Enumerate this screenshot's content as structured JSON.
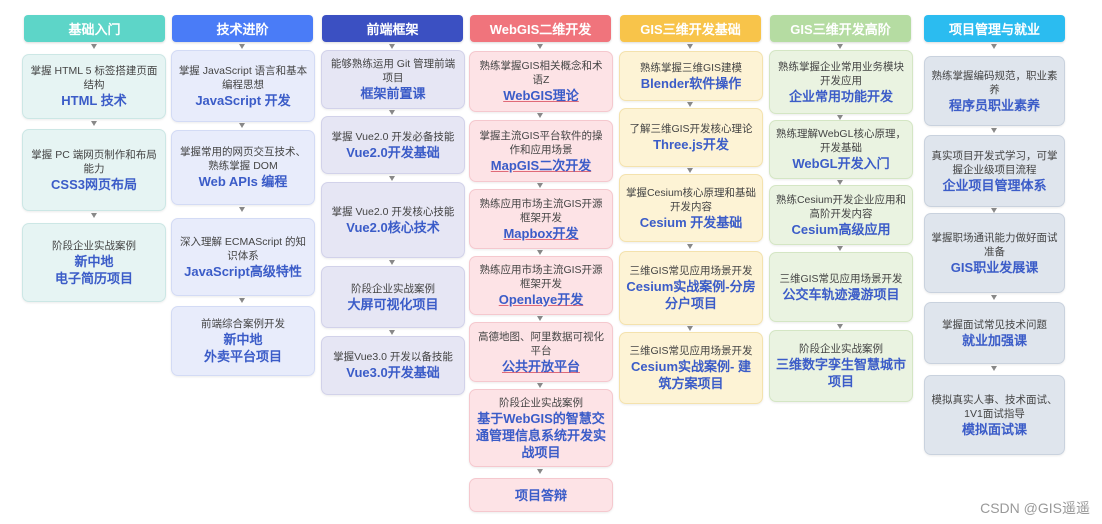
{
  "columns": [
    {
      "header": "基础入门",
      "color": "#5dd5c8",
      "items": [
        {
          "desc": "掌握 HTML 5 标签搭建页面结构",
          "title": "HTML 技术"
        },
        {
          "desc": "掌握 PC 端网页制作和布局能力",
          "title": "CSS3网页布局"
        },
        {
          "desc": "阶段企业实战案例",
          "title": "新中地\n电子简历项目"
        }
      ]
    },
    {
      "header": "技术进阶",
      "color": "#4a7cf7",
      "items": [
        {
          "desc": "掌握 JavaScript 语言和基本编程思想",
          "title": "JavaScript 开发"
        },
        {
          "desc": "掌握常用的网页交互技术、熟练掌握 DOM",
          "title": "Web APIs 编程"
        },
        {
          "desc": "深入理解 ECMAScript 的知识体系",
          "title": "JavaScript高级特性"
        },
        {
          "desc": "前端综合案例开发",
          "title": "新中地\n外卖平台项目"
        }
      ]
    },
    {
      "header": "前端框架",
      "color": "#3b50c2",
      "items": [
        {
          "desc": "能够熟练运用 Git 管理前端项目",
          "title": "框架前置课"
        },
        {
          "desc": "掌握 Vue2.0 开发必备技能",
          "title": "Vue2.0开发基础"
        },
        {
          "desc": "掌握 Vue2.0 开发核心技能",
          "title": "Vue2.0核心技术"
        },
        {
          "desc": "阶段企业实战案例",
          "title": "大屏可视化项目"
        },
        {
          "desc": "掌握Vue3.0 开发以备技能",
          "title": "Vue3.0开发基础"
        }
      ]
    },
    {
      "header": "WebGIS二维开发",
      "color": "#f0747c",
      "items": [
        {
          "desc": "熟练掌握GIS相关概念和术语Z",
          "title": "WebGIS理论"
        },
        {
          "desc": "掌握主流GIS平台软件的操作和应用场景",
          "title": "MapGIS二次开发"
        },
        {
          "desc": "熟练应用市场主流GIS开源框架开发",
          "title": "Mapbox开发"
        },
        {
          "desc": "熟练应用市场主流GIS开源框架开发",
          "title": "Openlaye开发"
        },
        {
          "desc": "高德地图、阿里数据可视化平台",
          "title": "公共开放平台"
        },
        {
          "desc": "阶段企业实战案例",
          "title": "基于WebGIS的智慧交通管理信息系统开发实战项目"
        },
        {
          "desc": "",
          "title": "项目答辩"
        }
      ]
    },
    {
      "header": "GIS三维开发基础",
      "color": "#f8c44a",
      "items": [
        {
          "desc": "熟练掌握三维GIS建模",
          "title": "Blender软件操作"
        },
        {
          "desc": "了解三维GIS开发核心理论",
          "title": "Three.js开发"
        },
        {
          "desc": "掌握Cesium核心原理和基础开发内容",
          "title": "Cesium 开发基础"
        },
        {
          "desc": "三维GIS常见应用场景开发",
          "title": "Cesium实战案例-分房分户项目"
        },
        {
          "desc": "三维GIS常见应用场景开发",
          "title": "Cesium实战案例- 建筑方案项目"
        }
      ]
    },
    {
      "header": "GIS三维开发高阶",
      "color": "#b5dca2",
      "items": [
        {
          "desc": "熟练掌握企业常用业务模块开发应用",
          "title": "企业常用功能开发"
        },
        {
          "desc": "熟练理解WebGL核心原理，开发基础",
          "title": "WebGL开发入门"
        },
        {
          "desc": "熟练Cesium开发企业应用和高阶开发内容",
          "title": "Cesium高级应用"
        },
        {
          "desc": "三维GIS常见应用场景开发",
          "title": "公交车轨迹漫游项目"
        },
        {
          "desc": "阶段企业实战案例",
          "title": "三维数字孪生智慧城市项目"
        }
      ]
    },
    {
      "header": "项目管理与就业",
      "color": "#2bbcf0",
      "items": [
        {
          "desc": "熟练掌握编码规范，职业素养",
          "title": "程序员职业素养"
        },
        {
          "desc": "真实项目开发式学习，可掌握企业级项目流程",
          "title": "企业项目管理体系"
        },
        {
          "desc": "掌握职场通讯能力做好面试准备",
          "title": "GIS职业发展课"
        },
        {
          "desc": "掌握面试常见技术问题",
          "title": "就业加强课"
        },
        {
          "desc": "模拟真实人事、技术面试、1V1面试指导",
          "title": "模拟面试课"
        }
      ]
    }
  ],
  "watermark": "CSDN @GIS遥遥"
}
